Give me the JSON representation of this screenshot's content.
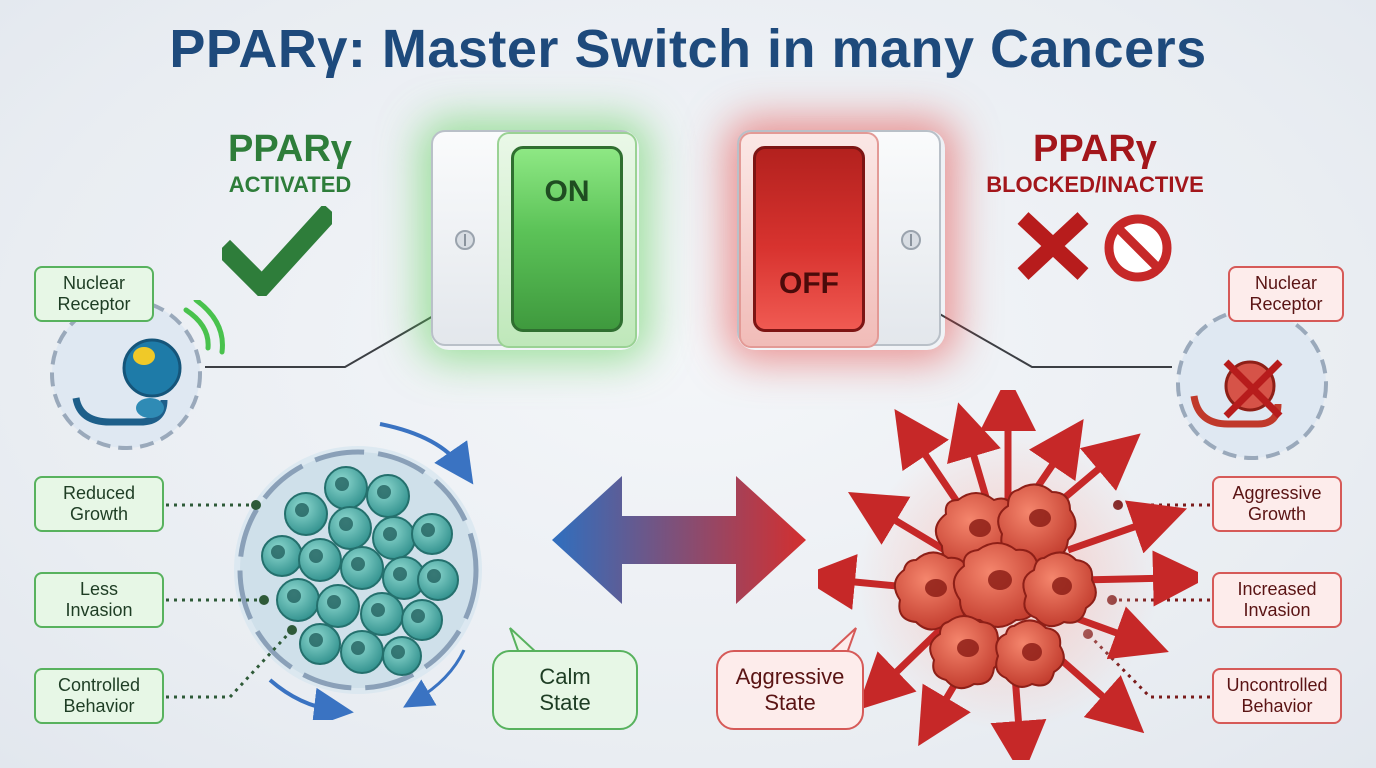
{
  "title": "PPARγ: Master Switch in many Cancers",
  "left": {
    "header_main": "PPARγ",
    "header_sub": "ACTIVATED",
    "receptor_label": "Nuclear\nReceptor",
    "switch_label": "ON",
    "effects": [
      "Reduced\nGrowth",
      "Less\nInvasion",
      "Controlled\nBehavior"
    ],
    "state_label": "Calm\nState"
  },
  "right": {
    "header_main": "PPARγ",
    "header_sub": "BLOCKED/INACTIVE",
    "receptor_label": "Nuclear\nReceptor",
    "switch_label": "OFF",
    "effects": [
      "Aggressive\nGrowth",
      "Increased\nInvasion",
      "Uncontrolled\nBehavior"
    ],
    "state_label": "Aggressive\nState"
  },
  "colors": {
    "title": "#1e4a7c",
    "active_green": "#2e7d3a",
    "switch_green": "#5fd15a",
    "blocked_red": "#a3161b",
    "switch_red": "#e53935",
    "arrow_blue": "#2f6fbf",
    "arrow_red": "#d32f2f",
    "calm_cell": "#4fb3ad"
  },
  "icons": [
    "check-icon",
    "x-mark-icon",
    "prohibited-icon",
    "signal-waves-icon",
    "receptor-icon",
    "blocked-receptor-icon"
  ]
}
